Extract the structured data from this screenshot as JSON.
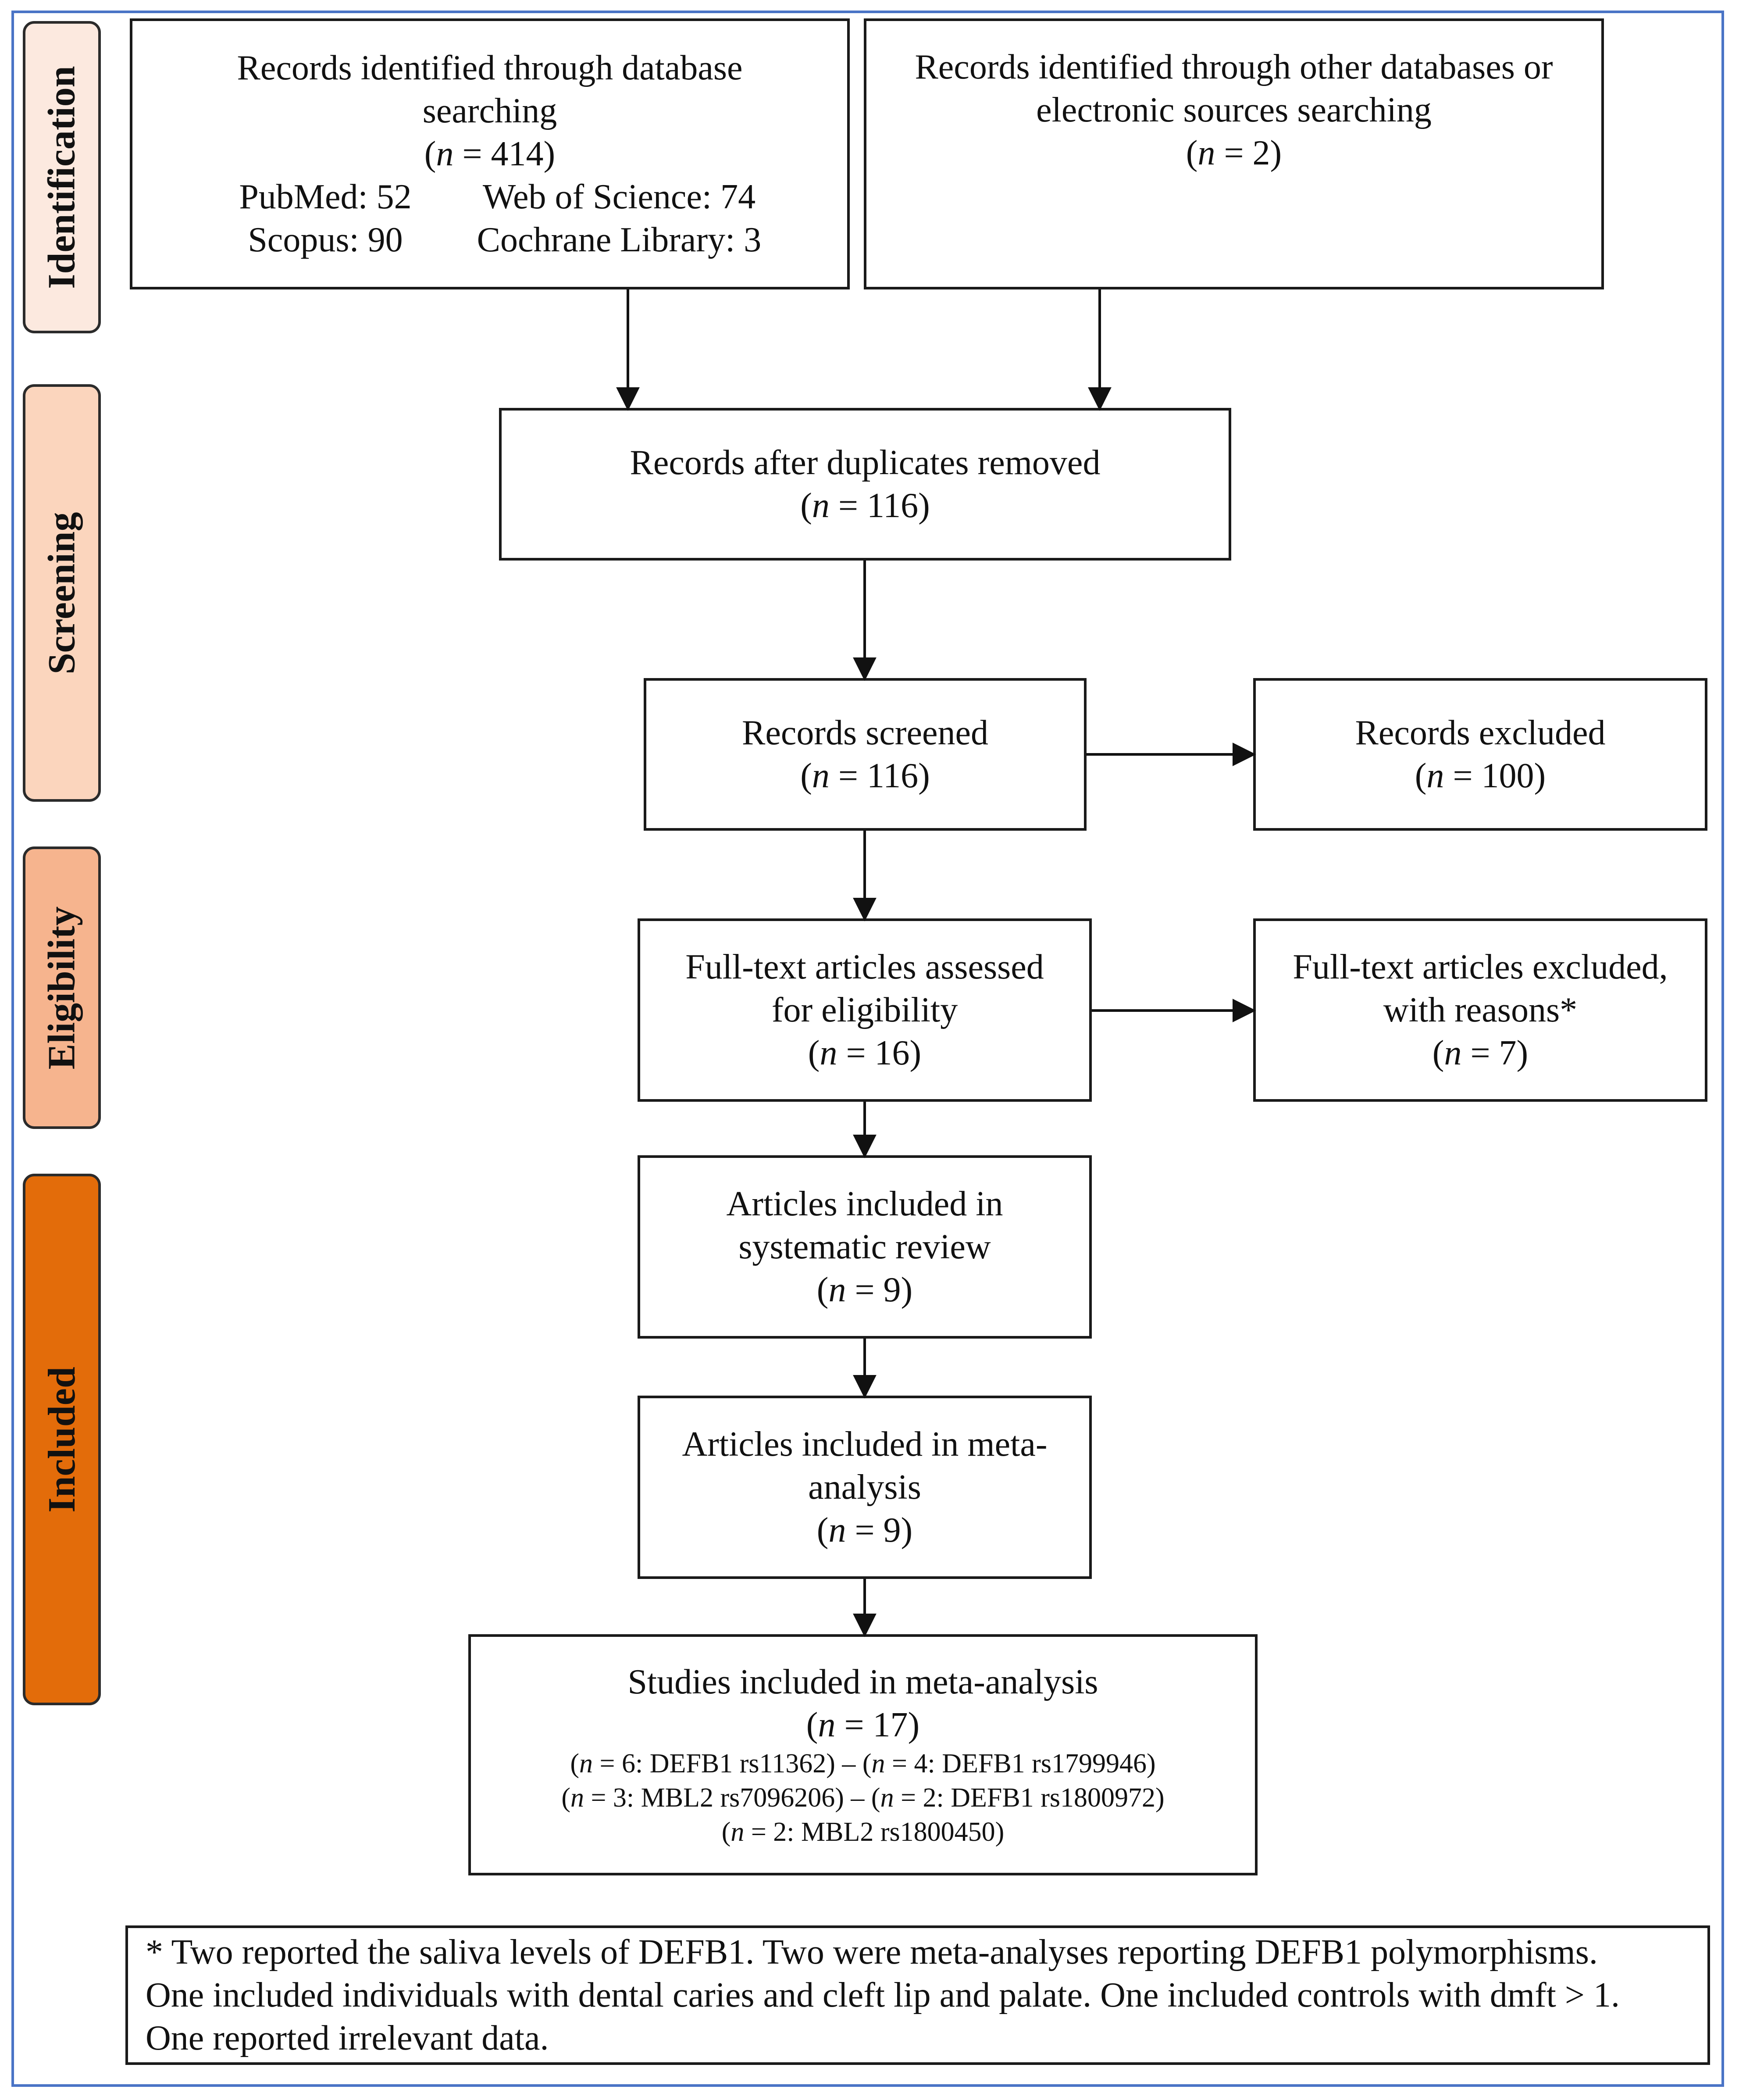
{
  "phases": [
    {
      "label": "Identification",
      "color": "#fce9df"
    },
    {
      "label": "Screening",
      "color": "#fbd5bd"
    },
    {
      "label": "Eligibility",
      "color": "#f6b48e"
    },
    {
      "label": "Included",
      "color": "#e36c0a"
    }
  ],
  "boxes": {
    "database_search": {
      "lines": [
        "Records identified through database",
        "searching"
      ],
      "n_prefix": "(",
      "n_var": "n",
      "n_text": " = 414)",
      "sources": [
        {
          "left": "PubMed: 52",
          "right": "Web of Science: 74"
        },
        {
          "left": "Scopus: 90",
          "right": "Cochrane Library: 3"
        }
      ]
    },
    "other_sources": {
      "lines": [
        "Records identified through other databases or",
        "electronic sources searching"
      ],
      "n_prefix": "(",
      "n_var": "n",
      "n_text": " = 2)"
    },
    "duplicates_removed": {
      "lines": [
        "Records after duplicates removed"
      ],
      "n_prefix": "(",
      "n_var": "n",
      "n_text": " = 116)"
    },
    "records_screened": {
      "lines": [
        "Records screened"
      ],
      "n_prefix": "(",
      "n_var": "n",
      "n_text": " = 116)"
    },
    "records_excluded": {
      "lines": [
        "Records excluded"
      ],
      "n_prefix": "(",
      "n_var": "n",
      "n_text": " = 100)"
    },
    "fulltext_assessed": {
      "lines": [
        "Full-text articles assessed",
        "for eligibility"
      ],
      "n_prefix": "(",
      "n_var": "n",
      "n_text": " = 16)"
    },
    "fulltext_excluded": {
      "lines": [
        "Full-text articles excluded,",
        "with reasons*"
      ],
      "n_prefix": "(",
      "n_var": "n",
      "n_text": " = 7)"
    },
    "systematic_review": {
      "lines": [
        "Articles included in",
        "systematic review"
      ],
      "n_prefix": "(",
      "n_var": "n",
      "n_text": " = 9)"
    },
    "meta_analysis_articles": {
      "lines": [
        "Articles included in meta-",
        "analysis"
      ],
      "n_prefix": "(",
      "n_var": "n",
      "n_text": " = 9)"
    },
    "meta_analysis_studies": {
      "lines": [
        "Studies included in meta-analysis"
      ],
      "n_prefix": "(",
      "n_var": "n",
      "n_text": " = 17)",
      "details": [
        {
          "p1": "(",
          "v1": "n",
          "t1": " = 6: DEFB1 rs11362) – (",
          "v2": "n",
          "t2": " = 4: DEFB1 rs1799946)"
        },
        {
          "p1": "(",
          "v1": "n",
          "t1": " = 3: MBL2 rs7096206) – (",
          "v2": "n",
          "t2": " = 2: DEFB1 rs1800972)"
        },
        {
          "p1": "(",
          "v1": "n",
          "t1": " = 2: MBL2 rs1800450)",
          "v2": "",
          "t2": ""
        }
      ]
    }
  },
  "footnote": {
    "lines": [
      "* Two reported the saliva levels of DEFB1. Two were meta-analyses reporting DEFB1 polymorphisms.",
      "One included individuals with dental caries and cleft lip and palate. One included controls with dmft > 1.",
      "One reported irrelevant data."
    ]
  },
  "colors": {
    "frame_border": "#4a74c6",
    "box_border": "#1a1a1a"
  }
}
